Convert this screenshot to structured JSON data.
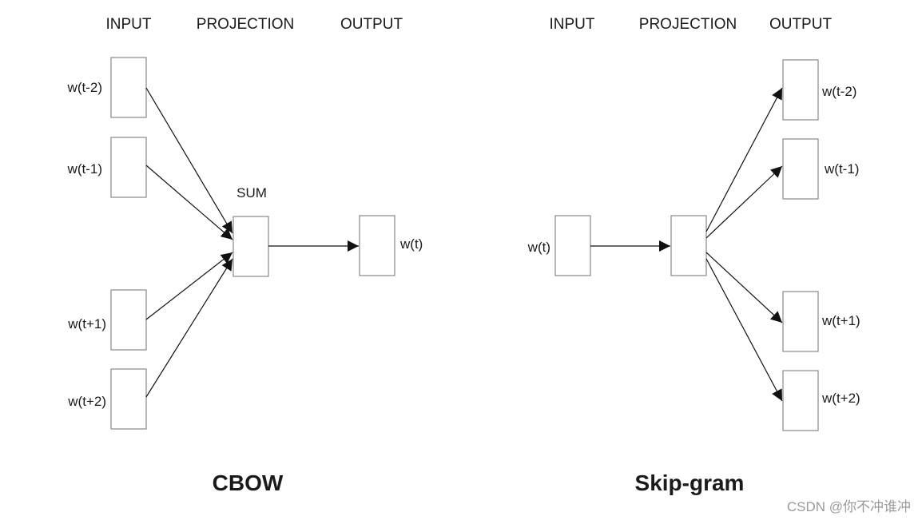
{
  "cbow": {
    "headers": {
      "input": "INPUT",
      "projection": "PROJECTION",
      "output": "OUTPUT"
    },
    "inputs": [
      "w(t-2)",
      "w(t-1)",
      "w(t+1)",
      "w(t+2)"
    ],
    "projection_label": "SUM",
    "output": "w(t)",
    "title": "CBOW"
  },
  "skipgram": {
    "headers": {
      "input": "INPUT",
      "projection": "PROJECTION",
      "output": "OUTPUT"
    },
    "input": "w(t)",
    "outputs": [
      "w(t-2)",
      "w(t-1)",
      "w(t+1)",
      "w(t+2)"
    ],
    "title": "Skip-gram"
  },
  "watermark": "CSDN @你不冲谁冲",
  "colors": {
    "box_stroke": "#888888",
    "arrow": "#111111",
    "watermark": "#9a9a9a"
  }
}
